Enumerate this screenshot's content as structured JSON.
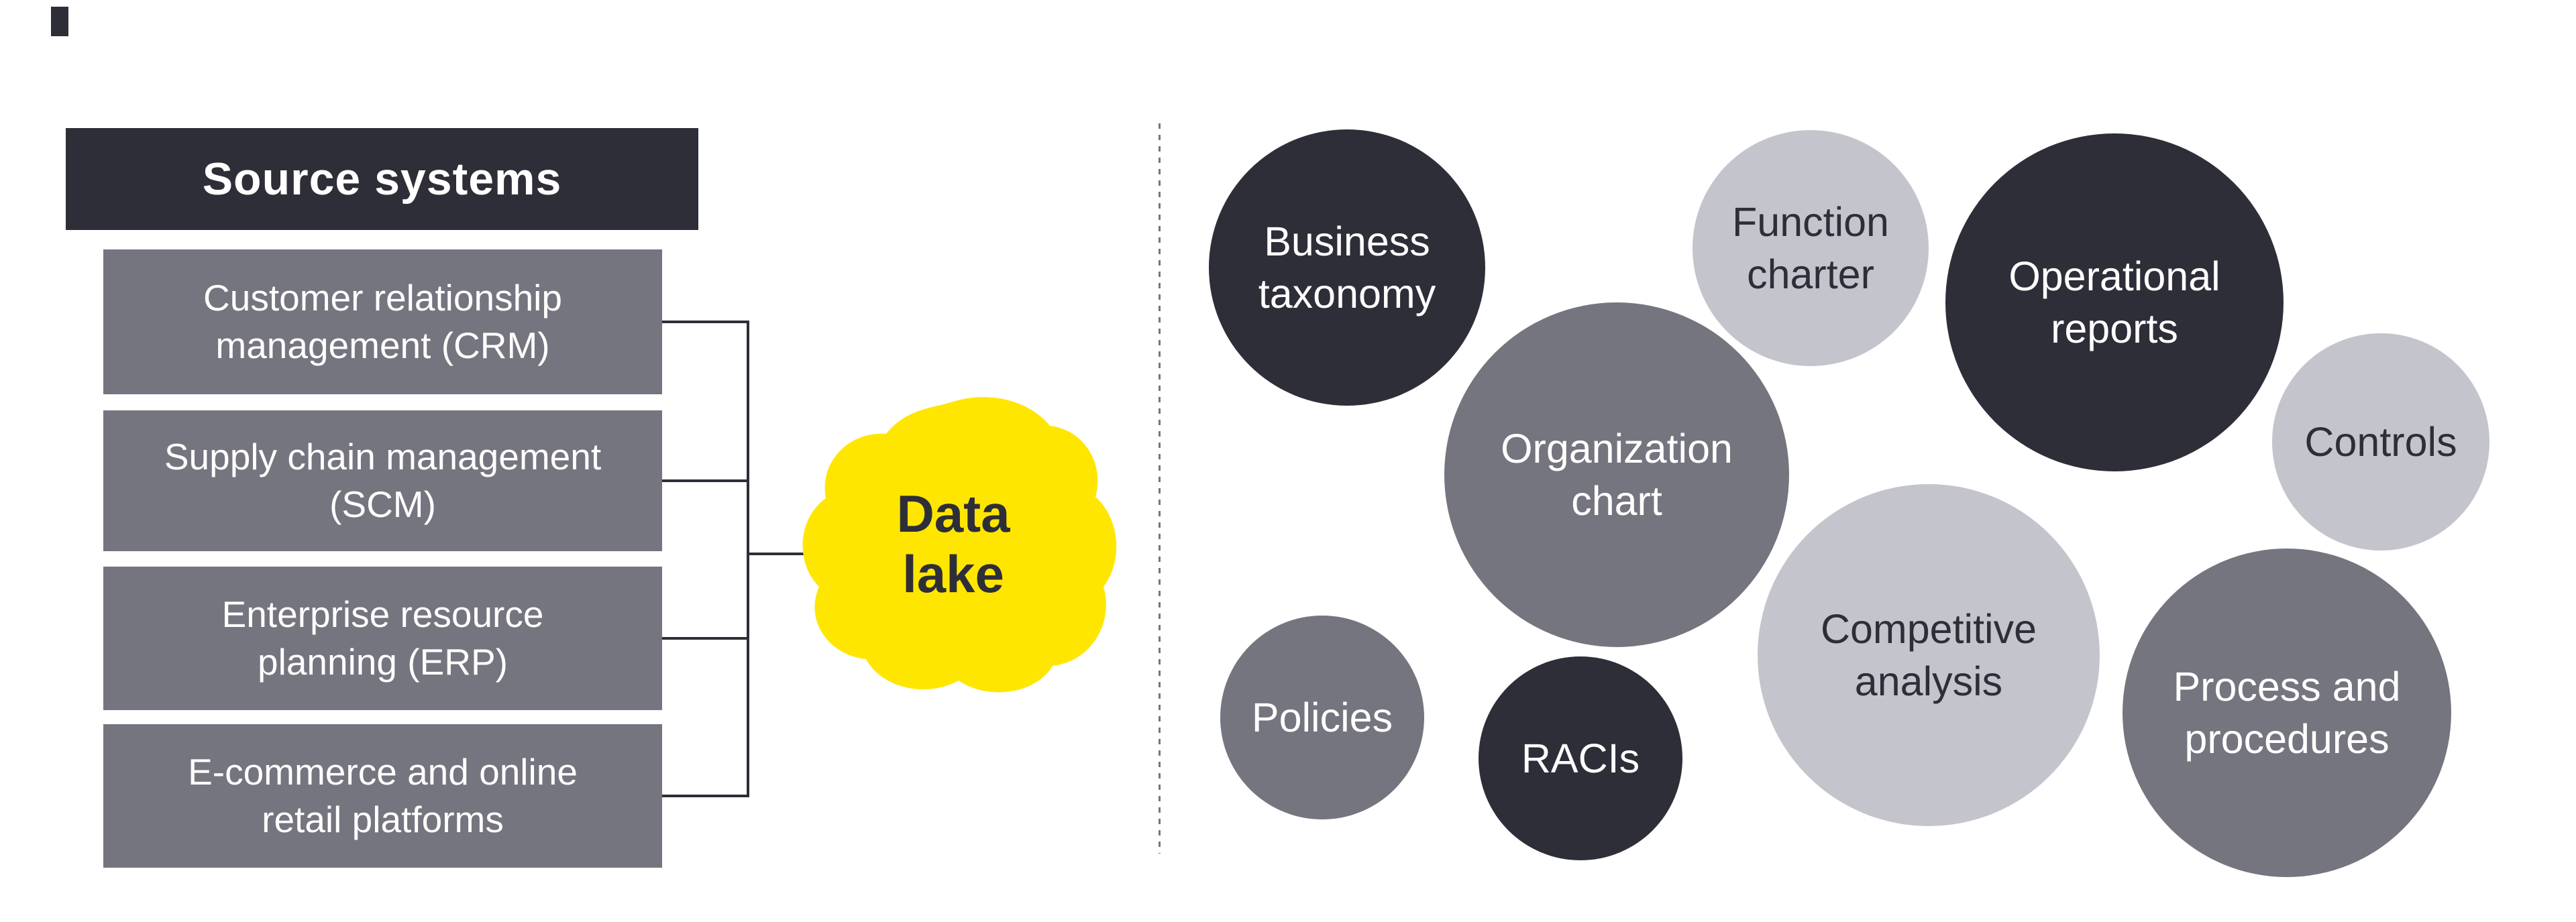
{
  "colors": {
    "dark": "#2E2E38",
    "medium_gray": "#75757F",
    "light_gray": "#C4C4CD",
    "yellow": "#FFE600",
    "background": "#FFFFFF"
  },
  "source_systems": {
    "title": "Source systems",
    "items": [
      {
        "label": "Customer relationship management (CRM)"
      },
      {
        "label": "Supply chain management (SCM)"
      },
      {
        "label": "Enterprise resource planning (ERP)"
      },
      {
        "label": "E-commerce and online retail platforms"
      }
    ]
  },
  "data_lake": {
    "label": "Data lake",
    "shape": "yellow-blob"
  },
  "artifacts": [
    {
      "label": "Business taxonomy",
      "tone": "dark",
      "size": "medium"
    },
    {
      "label": "Function charter",
      "tone": "light",
      "size": "small"
    },
    {
      "label": "Operational reports",
      "tone": "dark",
      "size": "large"
    },
    {
      "label": "Controls",
      "tone": "light",
      "size": "small"
    },
    {
      "label": "Organization chart",
      "tone": "medium",
      "size": "large"
    },
    {
      "label": "Policies",
      "tone": "medium",
      "size": "xsmall"
    },
    {
      "label": "RACIs",
      "tone": "dark",
      "size": "xsmall"
    },
    {
      "label": "Competitive analysis",
      "tone": "light",
      "size": "large"
    },
    {
      "label": "Process and procedures",
      "tone": "medium",
      "size": "large"
    }
  ]
}
